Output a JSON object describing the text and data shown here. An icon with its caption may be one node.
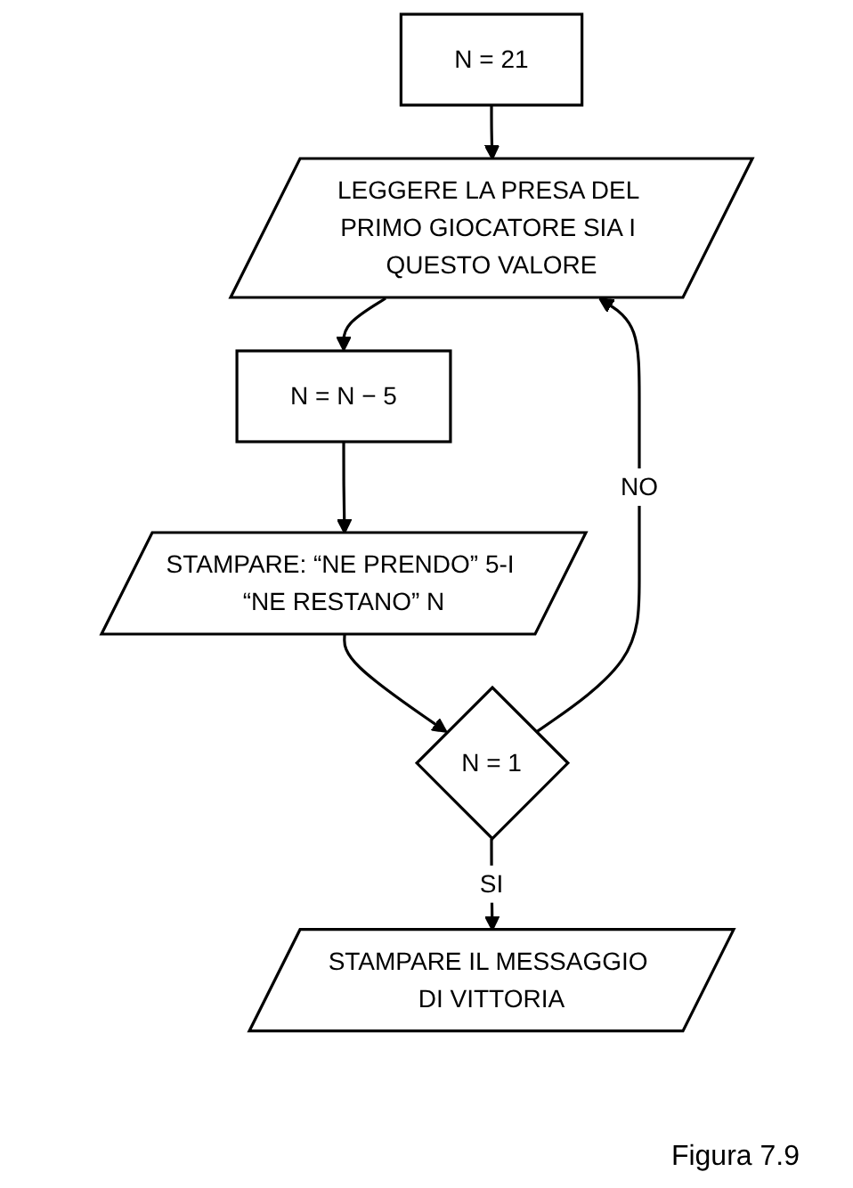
{
  "diagram": {
    "caption": "Figura 7.9",
    "nodes": [
      {
        "text": [
          "N = 21"
        ]
      },
      {
        "text": [
          "LEGGERE LA PRESA DEL PRIMO GIOCATORE SIA I QUESTO VALORE"
        ]
      },
      {
        "text": [
          "N = N − 5"
        ]
      },
      {
        "text": [
          "STAMPARE: “NE PRENDO” 5-I “NE RESTANO” N"
        ]
      },
      {
        "text": [
          "N = 1"
        ]
      },
      {
        "text": [
          "STAMPARE IL MESSAGGIO DI VITTORIA"
        ]
      }
    ],
    "edges": [
      {
        "from": 0,
        "to": 1,
        "arrow": "to"
      },
      {
        "from": 1,
        "to": 2,
        "arrow": "to"
      },
      {
        "from": 2,
        "to": 3,
        "arrow": "to"
      },
      {
        "from": 3,
        "to": 4,
        "arrow": "to"
      },
      {
        "from": 4,
        "to": 5,
        "arrow": "to",
        "label": "SI"
      },
      {
        "from": 4,
        "to": 1,
        "arrow": "to",
        "label": "NO"
      }
    ]
  }
}
